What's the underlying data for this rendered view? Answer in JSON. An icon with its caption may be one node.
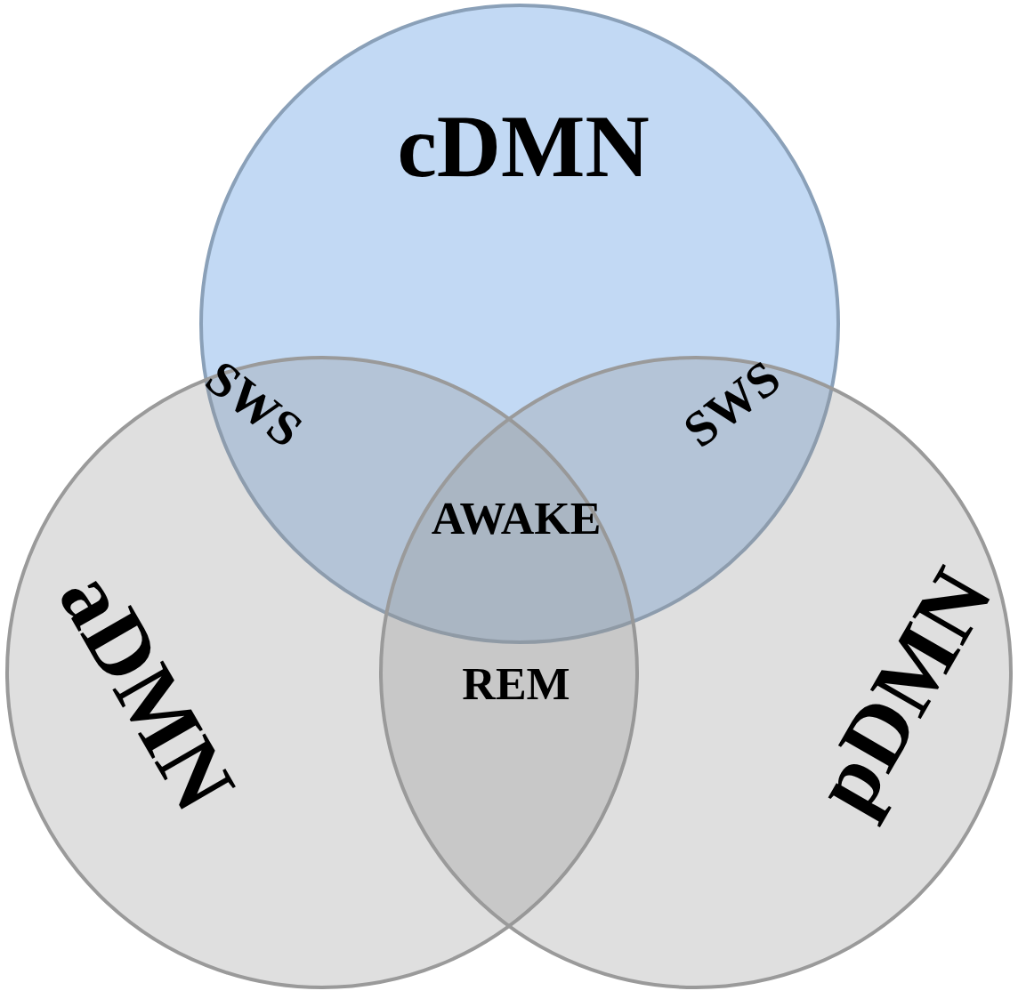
{
  "diagram": {
    "nodes": [
      {
        "text": [
          "cDMN"
        ]
      },
      {
        "text": [
          "aDMN"
        ]
      },
      {
        "text": [
          "pDMN"
        ]
      }
    ],
    "edges": [],
    "labels": [
      "SWS",
      "SWS",
      "AWAKE",
      "REM"
    ]
  }
}
